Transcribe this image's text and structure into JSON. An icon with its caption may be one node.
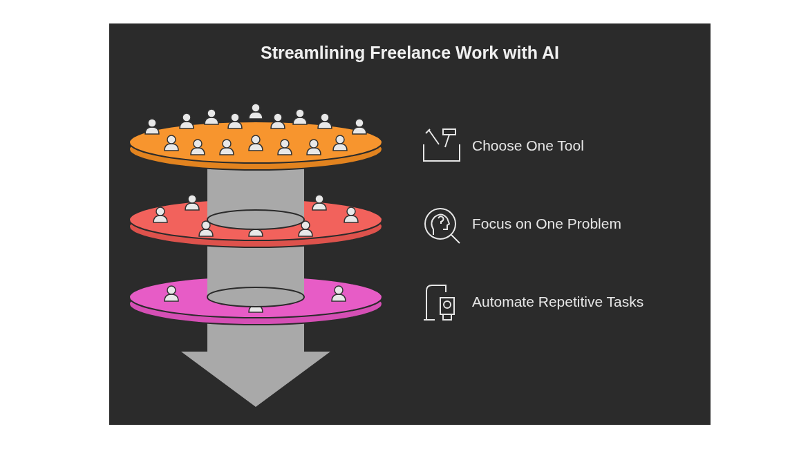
{
  "diagram": {
    "title": "Streamlining Freelance Work with AI",
    "labels": [
      "Choose One Tool",
      "Focus on One Problem",
      "Automate Repetitive Tasks"
    ]
  }
}
